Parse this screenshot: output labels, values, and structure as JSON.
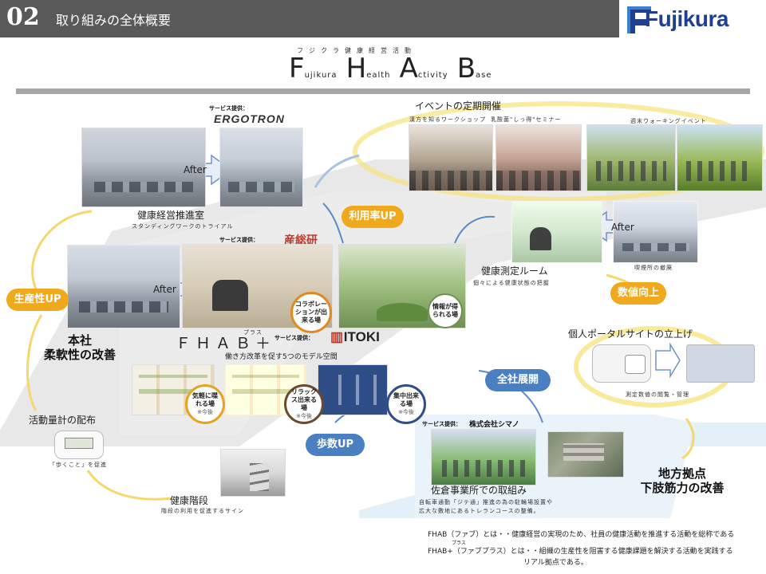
{
  "header": {
    "slide_number": "02",
    "title": "取り組みの全体概要",
    "logo_text": "Fujikura"
  },
  "fhab": {
    "ruby": "フジクラ健康経営活動",
    "words": [
      {
        "initial": "F",
        "rest": "ujikura"
      },
      {
        "initial": "H",
        "rest": "ealth"
      },
      {
        "initial": "A",
        "rest": "ctivity"
      },
      {
        "initial": "B",
        "rest": "ase"
      }
    ]
  },
  "sections": {
    "events": {
      "title": "イベントの定期開催",
      "caption_workshop": "漢方を知るワークショップ",
      "caption_seminar": "乳酸菌\"しっ得\"セミナー",
      "caption_walking": "週末ウォーキングイベント"
    },
    "standing": {
      "service_label": "サービス提供：",
      "brand": "ERGOTRON",
      "after_label": "After",
      "title": "健康経営推進室",
      "caption": "スタンディングワークのトライアル"
    },
    "headquarters": {
      "service_label": "サービス提供：",
      "brand": "産総研",
      "after_label": "After",
      "title_line1": "本社",
      "title_line2": "柔軟性の改善",
      "collab_circle": "コラボレーションが出来る場",
      "info_circle": "情報が得られる場"
    },
    "fhab_plus": {
      "name": "ＦＨＡＢ＋",
      "ruby": "プラス",
      "service_label": "サービス提供：",
      "brand": "ITOKI",
      "caption": "働き方改革を促す5つのモデル空間",
      "circles": [
        {
          "label": "気軽に喋れる場",
          "note": "※今後"
        },
        {
          "label": "リラックス出来る場",
          "note": "※今後"
        },
        {
          "label": "集中出来る場",
          "note": "※今後"
        }
      ]
    },
    "measurement": {
      "title": "健康測定ルーム",
      "caption": "個々による健康状態の把握",
      "after_label": "After",
      "smoking_caption": "喫煙所の撤廃"
    },
    "portal": {
      "title": "個人ポータルサイトの立上げ",
      "caption": "測定数値の閲覧・管理"
    },
    "pedometer": {
      "title": "活動量計の配布",
      "caption": "「歩くこと」を促進"
    },
    "stairs": {
      "title": "健康階段",
      "caption": "階段の利用を促進するサイン"
    },
    "sakura": {
      "service_label": "サービス提供：",
      "provider": "株式会社シマノ",
      "title": "佐倉事業所での取組み",
      "caption_line1": "自転車通勤「ジテ通」推進の為の駐輪場設置や",
      "caption_line2": "広大な敷地にあるトレランコースの整備。"
    },
    "regional": {
      "title_line1": "地方拠点",
      "title_line2": "下肢筋力の改善"
    }
  },
  "badges": {
    "productivity": "生産性UP",
    "usage_rate": "利用率UP",
    "values": "数値向上",
    "company_wide": "全社展開",
    "steps": "歩数UP"
  },
  "footnotes": {
    "line1": "FHAB（ファブ）とは・・健康経営の実現のため、社員の健康活動を推進する活動を総称である",
    "ruby_plus": "プラス",
    "line2": "FHAB+（ファブプラス）とは・・組織の生産性を阻害する健康課題を解決する活動を実践する",
    "line3": "リアル拠点である。"
  },
  "colors": {
    "header_bg": "#595959",
    "brand_blue": "#1f3f8f",
    "badge_orange": "#f0a81c",
    "badge_blue": "#4a7fc1",
    "band_gray": "#e8e8e8",
    "band_light_blue": "#e3f0f8"
  }
}
